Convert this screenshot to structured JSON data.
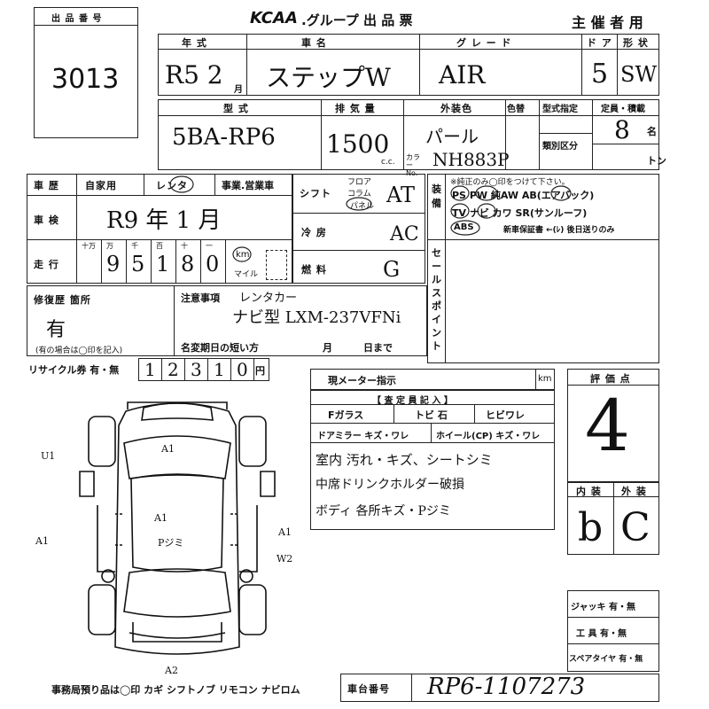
{
  "header": {
    "lot_box_label": "出 品 番 号",
    "lot_number": "3013",
    "brand": "KCAA",
    "title": ".グループ 出 品 票",
    "organizer": "主 催 者 用"
  },
  "row1": {
    "year_label": "年 式",
    "car_name_label": "車 名",
    "grade_label": "グ レ ー ド",
    "doors_label": "ド ア",
    "shape_label": "形 状",
    "year_value": "R5 2",
    "month_char": "月",
    "car_name_value": "ステップW",
    "grade_value": "AIR",
    "doors_value": "5",
    "shape_value": "SW"
  },
  "row2": {
    "model_label": "型 式",
    "displacement_label": "排 気 量",
    "exterior_color_label": "外装色",
    "color_change_label": "色替",
    "model_designation_label": "型式指定",
    "category_label": "類別区分",
    "capacity_label": "定員・積載",
    "model_value": "5BA-RP6",
    "displacement_value": "1500",
    "cc_unit": "c.c.",
    "color_value": "パール",
    "color_no_label": "カラー No.",
    "color_no_value": "NH883P",
    "capacity_value": "8",
    "capacity_unit": "名",
    "ton_unit": "トン"
  },
  "history": {
    "label": "車 歴",
    "opt_private": "自家用",
    "opt_rental": "レンタ",
    "opt_business": "事業.営業車"
  },
  "inspection": {
    "label": "車 検",
    "value": "R9 年 1 月"
  },
  "mileage": {
    "label": "走 行",
    "headers": [
      "十万",
      "万",
      "千",
      "百",
      "十",
      "一"
    ],
    "digits": [
      "",
      "9",
      "5",
      "1",
      "8",
      "0"
    ],
    "unit_km": "km",
    "unit_mile": "マイル"
  },
  "shift": {
    "label": "シフト",
    "opt1": "フロア",
    "opt2": "コラム",
    "opt3": "パネル",
    "value": "AT"
  },
  "aircon": {
    "label": "冷 房",
    "value": "AC"
  },
  "fuel": {
    "label": "燃 料",
    "value": "G"
  },
  "equipment": {
    "label": "装 備",
    "note": "※純正のみ◯印をつけて下さい。",
    "line1": "PS PW 純AW AB(エアバック)",
    "line2": "TV ナビ カワ SR(サンルーフ)",
    "line3_abs": "ABS",
    "line3": "新車保証書 ←(ﾚ) 後日送りのみ"
  },
  "sales_point": {
    "label": "セールスポイント"
  },
  "repair": {
    "label": "修復歴 箇所",
    "value": "有",
    "note": "(有の場合は◯印を記入)"
  },
  "notes": {
    "label": "注意事項",
    "line1": "レンタカー",
    "line2": "ナビ型 LXM-237VFNi",
    "short_reg_label": "名変期日の短い方",
    "month": "月",
    "day": "日まで"
  },
  "recycle": {
    "label": "リサイクル券 有・無",
    "digits": [
      "1",
      "2",
      "3",
      "1",
      "0"
    ],
    "unit": "円"
  },
  "meter": {
    "label": "現メーター指示",
    "unit": "km"
  },
  "inspector": {
    "title": "【 査 定 員 記 入 】",
    "glass": "Fガラス",
    "chip": "トビ 石",
    "crack": "ヒビワレ",
    "mirror": "ドアミラー キズ・ワレ",
    "wheel": "ホイール(CP) キズ・ワレ",
    "remark1": "室内 汚れ・キズ、シートシミ",
    "remark2": "中席ドリンクホルダー破損",
    "remark3": "ボディ 各所キズ・Pジミ"
  },
  "rating": {
    "label": "評 価 点",
    "value": "4",
    "interior_label": "内 装",
    "exterior_label": "外 装",
    "interior_value": "b",
    "exterior_value": "C"
  },
  "accessories": {
    "jack": "ジャッキ 有・無",
    "tools": "工 具 有・無",
    "spare": "スペアタイヤ 有・無"
  },
  "damage_marks": [
    "U1",
    "A1",
    "A1",
    "A1",
    "A1",
    "W2",
    "A2",
    "Pジミ"
  ],
  "footer": {
    "office_note": "事務局預り品は◯印 カギ シフトノブ リモコン ナビロム",
    "chassis_label": "車台番号",
    "chassis_value": "RP6-1107273"
  }
}
